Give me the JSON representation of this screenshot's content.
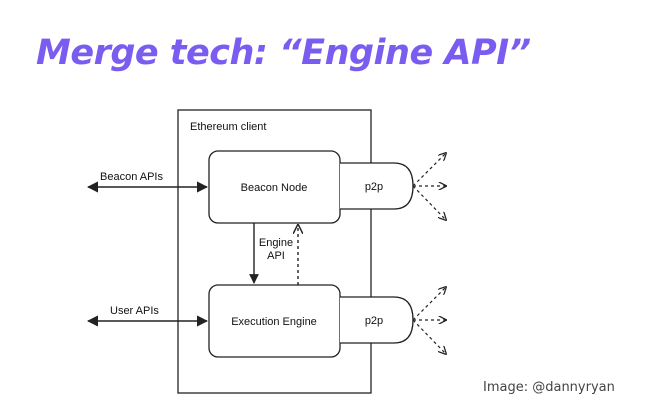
{
  "title": "Merge tech: “Engine API”",
  "diagram": {
    "container_label": "Ethereum client",
    "beacon_node_label": "Beacon Node",
    "execution_engine_label": "Execution Engine",
    "p2p_label": "p2p",
    "engine_api_line1": "Engine",
    "engine_api_line2": "API",
    "beacon_apis_label": "Beacon APIs",
    "user_apis_label": "User APIs"
  },
  "credit": "Image: @dannyryan",
  "colors": {
    "title": "#7b5cf0",
    "line": "#222222",
    "text": "#111111"
  }
}
